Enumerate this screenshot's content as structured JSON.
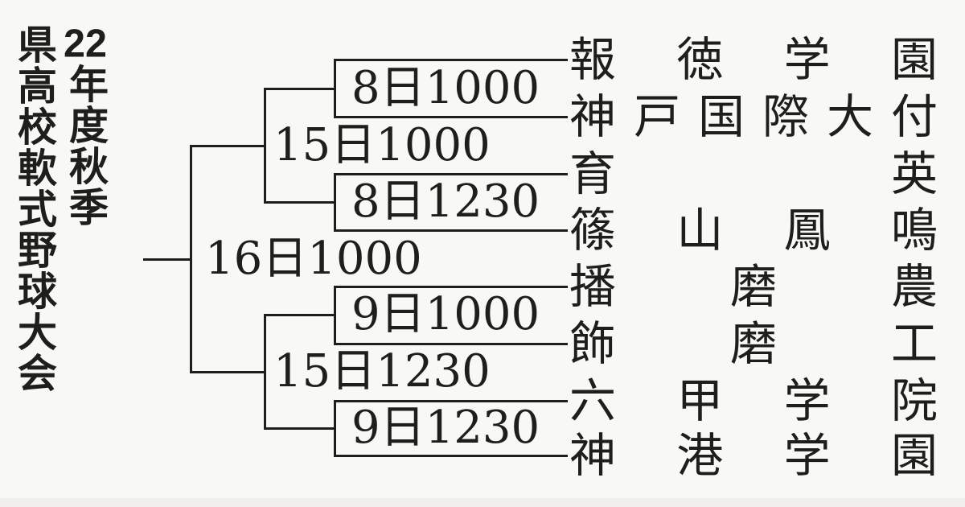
{
  "colors": {
    "background": "#f8f8f6",
    "ink": "#1e1e1c",
    "band": "#f0efec"
  },
  "title": {
    "full": "22年度秋季県高校軟式野球大会",
    "year": "22",
    "line1_rest": "年度秋季",
    "line2": "県高校軟式野球大会"
  },
  "teams": [
    {
      "name": "報徳学園"
    },
    {
      "name": "神戸国際大付"
    },
    {
      "name": "育英"
    },
    {
      "name": "篠山鳳鳴"
    },
    {
      "name": "播磨農"
    },
    {
      "name": "飾磨工"
    },
    {
      "name": "六甲学院"
    },
    {
      "name": "神港学園"
    }
  ],
  "matches": {
    "round1": [
      {
        "label": "8日1000",
        "home": "報徳学園",
        "away": "神戸国際大付"
      },
      {
        "label": "8日1230",
        "home": "育英",
        "away": "篠山鳳鳴"
      },
      {
        "label": "9日1000",
        "home": "播磨農",
        "away": "飾磨工"
      },
      {
        "label": "9日1230",
        "home": "六甲学院",
        "away": "神港学園"
      }
    ],
    "semifinals": [
      {
        "label": "15日1000"
      },
      {
        "label": "15日1230"
      }
    ],
    "final": {
      "label": "16日1000"
    }
  }
}
